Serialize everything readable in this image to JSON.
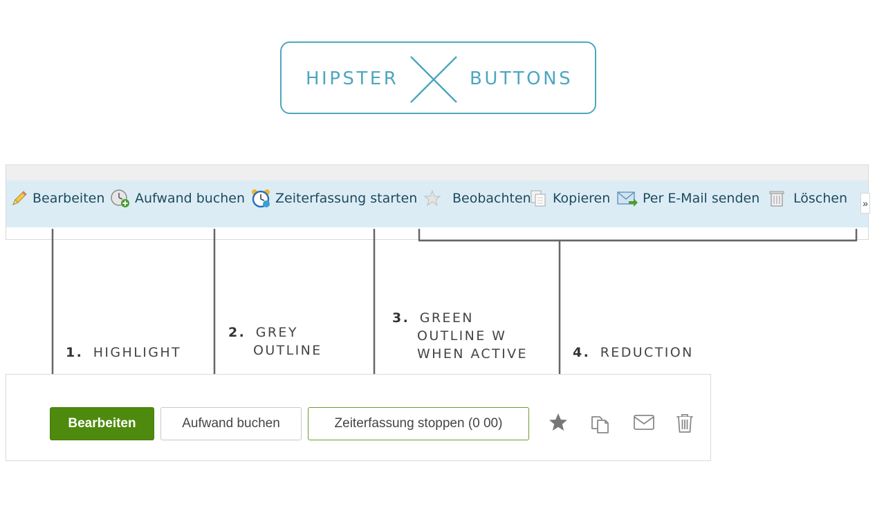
{
  "logo": {
    "left_word": "HIPSTER",
    "right_word": "BUTTONS",
    "color": "#4ea6bf"
  },
  "old_toolbar": {
    "items": [
      {
        "label": "Bearbeiten",
        "icon": "pencil-icon"
      },
      {
        "label": "Aufwand buchen",
        "icon": "clock-add-icon"
      },
      {
        "label": "Zeiterfassung starten",
        "icon": "alarm-clock-icon"
      },
      {
        "label": "Beobachten",
        "icon": "star-icon"
      },
      {
        "label": "Kopieren",
        "icon": "copy-icon"
      },
      {
        "label": "Per E-Mail senden",
        "icon": "mail-send-icon"
      },
      {
        "label": "Löschen",
        "icon": "trash-icon"
      }
    ],
    "overflow": "»",
    "background": "#dcecf5",
    "text_color": "#1d4a5e"
  },
  "annotations": [
    {
      "num": "1.",
      "lines": [
        "HIGHLIGHT"
      ]
    },
    {
      "num": "2.",
      "lines": [
        "GREY",
        "OUTLINE"
      ]
    },
    {
      "num": "3.",
      "lines": [
        "GREEN",
        "OUTLINE W",
        "WHEN ACTIVE"
      ]
    },
    {
      "num": "4.",
      "lines": [
        "REDUCTION"
      ]
    }
  ],
  "new_toolbar": {
    "primary_label": "Bearbeiten",
    "grey_label": "Aufwand buchen",
    "green_label": "Zeiterfassung stoppen (0 00)",
    "icons": [
      "star-icon",
      "copy-icon",
      "mail-icon",
      "trash-icon"
    ],
    "primary_color": "#4e8a0e",
    "green_outline_color": "#6a9c30",
    "grey_outline_color": "#c8c8c8"
  }
}
